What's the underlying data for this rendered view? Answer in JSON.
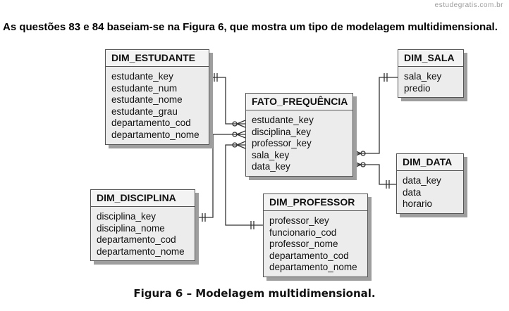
{
  "watermark": "estudegratis.com.br",
  "heading": "As questões 83 e 84 baseiam-se na Figura 6, que mostra um tipo de modelagem multidimensional.",
  "entities": {
    "dim_estudante": {
      "name": "DIM_ESTUDANTE",
      "attributes": [
        "estudante_key",
        "estudante_num",
        "estudante_nome",
        "estudante_grau",
        "departamento_cod",
        "departamento_nome"
      ]
    },
    "dim_sala": {
      "name": "DIM_SALA",
      "attributes": [
        "sala_key",
        "predio"
      ]
    },
    "fato_frequencia": {
      "name": "FATO_FREQUÊNCIA",
      "attributes": [
        "estudante_key",
        "disciplina_key",
        "professor_key",
        "sala_key",
        "data_key"
      ]
    },
    "dim_data": {
      "name": "DIM_DATA",
      "attributes": [
        "data_key",
        "data",
        "horario"
      ]
    },
    "dim_disciplina": {
      "name": "DIM_DISCIPLINA",
      "attributes": [
        "disciplina_key",
        "disciplina_nome",
        "departamento_cod",
        "departamento_nome"
      ]
    },
    "dim_professor": {
      "name": "DIM_PROFESSOR",
      "attributes": [
        "professor_key",
        "funcionario_cod",
        "professor_nome",
        "departamento_cod",
        "departamento_nome"
      ]
    }
  },
  "caption": "Figura 6 – Modelagem multidimensional."
}
